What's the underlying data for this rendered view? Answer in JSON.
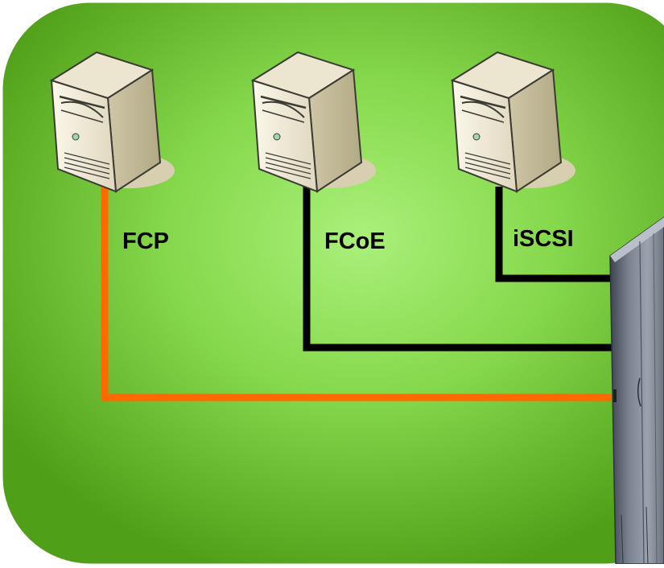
{
  "diagram": {
    "background_color": "#6cbf2a",
    "servers": [
      {
        "id": "fcp-server",
        "icon": "server-tower-icon"
      },
      {
        "id": "fcoe-server",
        "icon": "server-tower-icon"
      },
      {
        "id": "iscsi-server",
        "icon": "server-tower-icon"
      }
    ],
    "storage": {
      "icon": "storage-array-icon"
    },
    "links": [
      {
        "label": "FCP",
        "color": "#ff6a00"
      },
      {
        "label": "FCoE",
        "color": "#000000"
      },
      {
        "label": "iSCSI",
        "color": "#000000"
      }
    ]
  }
}
